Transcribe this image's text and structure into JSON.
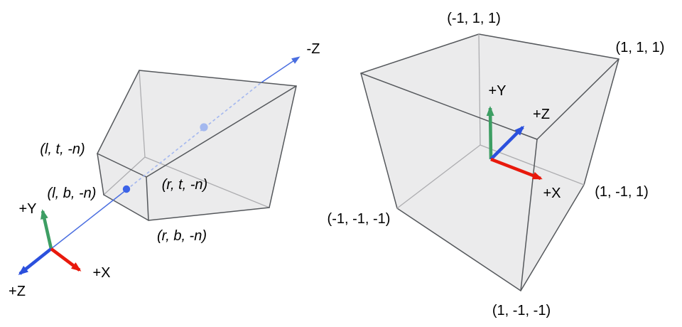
{
  "diagram": {
    "left_figure": {
      "type": "view-frustum",
      "corner_labels": {
        "left_top_near": "(l, t, -n)",
        "left_bottom_near": "(l, b, -n)",
        "right_top_near": "(r, t, -n)",
        "right_bottom_near": "(r, b, -n)"
      },
      "axis_labels": {
        "pos_y": "+Y",
        "pos_x": "+X",
        "pos_z": "+Z",
        "neg_z": "-Z"
      }
    },
    "right_figure": {
      "type": "ndc-cube",
      "corner_labels": {
        "back_top_left": "(-1, 1, 1)",
        "back_top_right": "(1, 1, 1)",
        "back_bottom_right": "(1, -1, 1)",
        "front_bottom_left": "(-1, -1, -1)",
        "front_bottom_right": "(1, -1, -1)"
      },
      "axis_labels": {
        "pos_y": "+Y",
        "pos_z": "+Z",
        "pos_x": "+X"
      }
    },
    "colors": {
      "axis_x_red": "#e8190c",
      "axis_y_green": "#3d9e63",
      "axis_z_blue": "#2b50dd",
      "view_ray_blue": "#4a6ee0",
      "view_ray_dashed_blue": "#a6b9ef",
      "ray_near_dot": "#3c63e8",
      "ray_mid_dot": "#a3b8ef",
      "face_fill_gray": "#ebebec",
      "edge_visible_gray": "#55585c",
      "edge_hidden_gray": "#adadb0"
    }
  }
}
